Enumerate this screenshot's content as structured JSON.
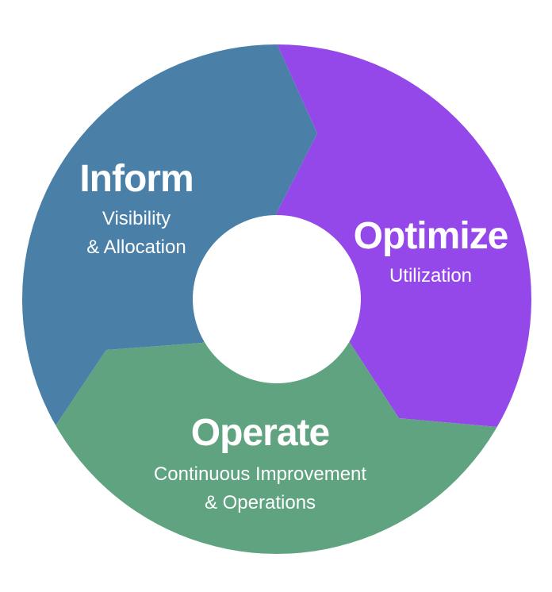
{
  "colors": {
    "inform": "#4a7fa8",
    "optimize": "#9448ea",
    "operate": "#5fa381"
  },
  "phases": {
    "inform": {
      "title": "Inform",
      "lines": [
        "Visibility",
        "& Allocation"
      ]
    },
    "optimize": {
      "title": "Optimize",
      "lines": [
        "Utilization"
      ]
    },
    "operate": {
      "title": "Operate",
      "lines": [
        "Continuous Improvement",
        "& Operations"
      ]
    }
  }
}
